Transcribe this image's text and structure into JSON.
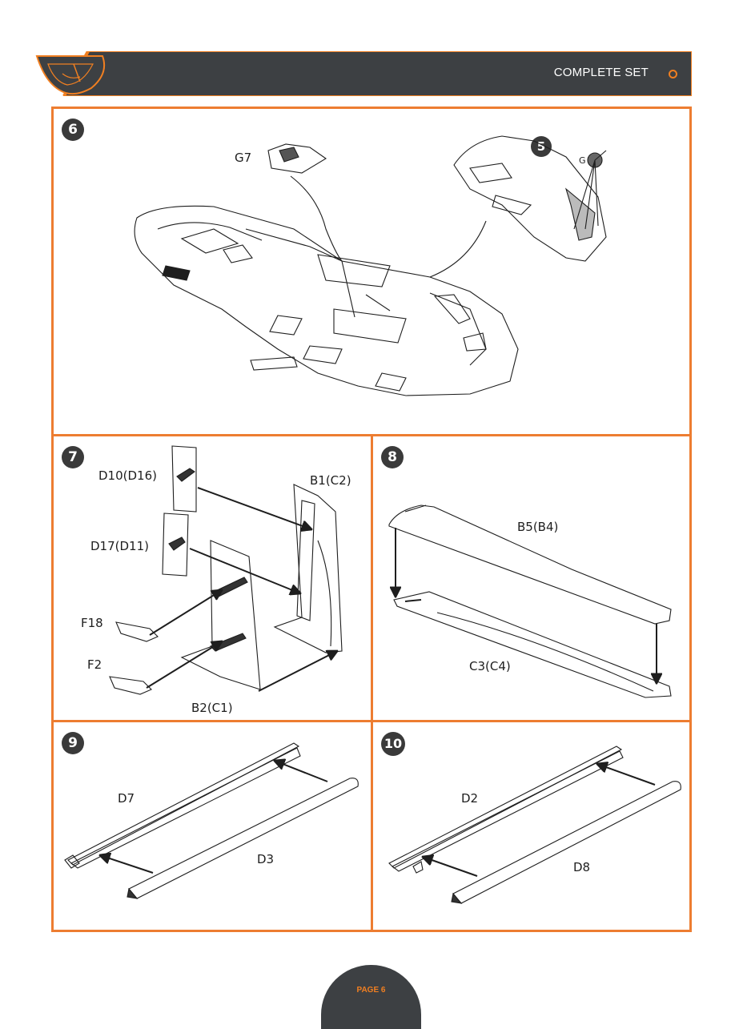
{
  "header": {
    "title": "COMPLETE SET",
    "accent_color": "#f07f21",
    "bar_color": "#3d4043",
    "logo_icon": "brand-logo-icon"
  },
  "steps": {
    "s6": {
      "number": "6",
      "sub_step": "5",
      "labels": {
        "g7": "G7",
        "g": "G"
      }
    },
    "s7": {
      "number": "7",
      "labels": {
        "d10": "D10(D16)",
        "b1": "B1(C2)",
        "d17": "D17(D11)",
        "f18": "F18",
        "f2": "F2",
        "b2": "B2(C1)"
      }
    },
    "s8": {
      "number": "8",
      "labels": {
        "b5": "B5(B4)",
        "c3": "C3(C4)"
      }
    },
    "s9": {
      "number": "9",
      "labels": {
        "d7": "D7",
        "d3": "D3"
      }
    },
    "s10": {
      "number": "10",
      "labels": {
        "d2": "D2",
        "d8": "D8"
      }
    }
  },
  "footer": {
    "page_label": "PAGE 6"
  }
}
